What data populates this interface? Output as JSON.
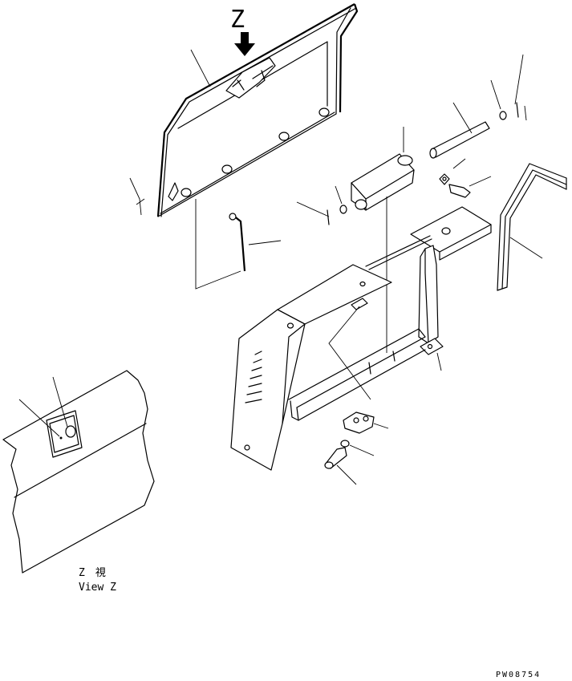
{
  "view_letter": "Z",
  "view_caption_jp": "Z　視",
  "view_caption_en": "View Z",
  "drawing_code": "PW08754"
}
